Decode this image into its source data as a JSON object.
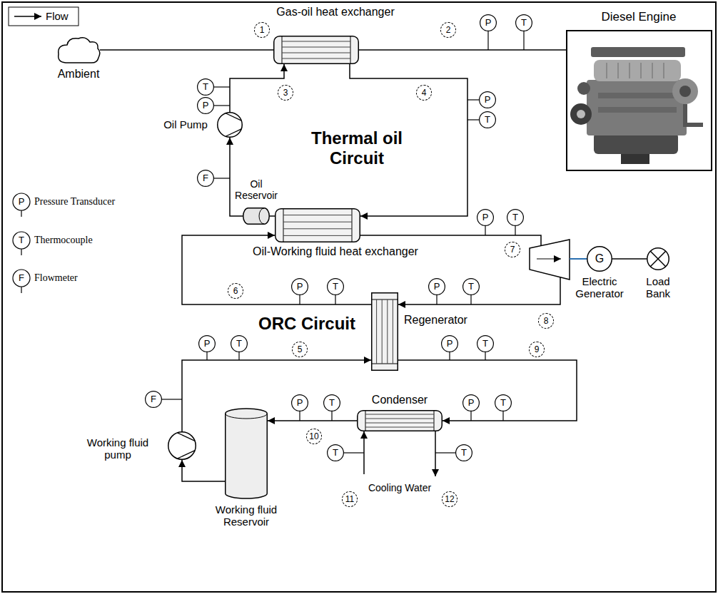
{
  "diagram": {
    "nodes": [
      {
        "text": [
          "Ambient"
        ]
      },
      {
        "text": [
          "Gas-oil heat exchanger"
        ]
      },
      {
        "text": [
          "Diesel Engine"
        ]
      },
      {
        "text": [
          "P"
        ]
      },
      {
        "text": [
          "T"
        ]
      },
      {
        "text": [
          "T"
        ]
      },
      {
        "text": [
          "P"
        ]
      },
      {
        "text": [
          "Oil Pump"
        ]
      },
      {
        "text": [
          "P"
        ]
      },
      {
        "text": [
          "T"
        ]
      },
      {
        "text": [
          "F"
        ]
      },
      {
        "text": [
          "Oil Reservoir"
        ]
      },
      {
        "text": [
          "Oil-Working fluid heat exchanger"
        ]
      },
      {
        "text": [
          "P"
        ]
      },
      {
        "text": [
          "T"
        ]
      },
      {
        "text": [
          "G",
          "Electric Generator"
        ]
      },
      {
        "text": [
          "Load Bank"
        ]
      },
      {
        "text": [
          "P"
        ]
      },
      {
        "text": [
          "T"
        ]
      },
      {
        "text": [
          "P"
        ]
      },
      {
        "text": [
          "T"
        ]
      },
      {
        "text": [
          "Regenerator"
        ]
      },
      {
        "text": [
          "P"
        ]
      },
      {
        "text": [
          "T"
        ]
      },
      {
        "text": [
          "P"
        ]
      },
      {
        "text": [
          "T"
        ]
      },
      {
        "text": [
          "F"
        ]
      },
      {
        "text": [
          "Working fluid pump"
        ]
      },
      {
        "text": [
          "Condenser"
        ]
      },
      {
        "text": [
          "P"
        ]
      },
      {
        "text": [
          "T"
        ]
      },
      {
        "text": [
          "P"
        ]
      },
      {
        "text": [
          "T"
        ]
      },
      {
        "text": [
          "Working fluid Reservoir"
        ]
      },
      {
        "text": [
          "T"
        ]
      },
      {
        "text": [
          "T"
        ]
      }
    ],
    "edges": [
      {
        "from": 2,
        "to": 1,
        "arrow": "none"
      },
      {
        "from": 1,
        "to": 0,
        "arrow": "none"
      },
      {
        "from": 7,
        "to": 1,
        "arrow": "to"
      },
      {
        "from": 1,
        "to": 12,
        "arrow": "to"
      },
      {
        "from": 12,
        "to": 11,
        "arrow": "none"
      },
      {
        "from": 11,
        "to": 7,
        "arrow": "to"
      },
      {
        "from": 12,
        "to": 21,
        "arrow": "to"
      },
      {
        "from": 15,
        "to": 16,
        "arrow": "none"
      },
      {
        "from": 21,
        "to": 12,
        "arrow": "to"
      },
      {
        "from": 27,
        "to": 21,
        "arrow": "to"
      },
      {
        "from": 21,
        "to": 28,
        "arrow": "to"
      },
      {
        "from": 28,
        "to": 33,
        "arrow": "to"
      },
      {
        "from": 33,
        "to": 27,
        "arrow": "to"
      }
    ],
    "labels": [
      "Thermal oil Circuit",
      "ORC Circuit",
      "Cooling Water",
      "1",
      "2",
      "3",
      "4",
      "5",
      "6",
      "7",
      "8",
      "9",
      "10",
      "11",
      "12",
      "P",
      "T",
      "F"
    ],
    "legend": [
      {
        "text": "Flow"
      },
      {
        "text": "Pressure Transducer"
      },
      {
        "text": "Thermocouple"
      },
      {
        "text": "Flowmeter"
      }
    ]
  }
}
